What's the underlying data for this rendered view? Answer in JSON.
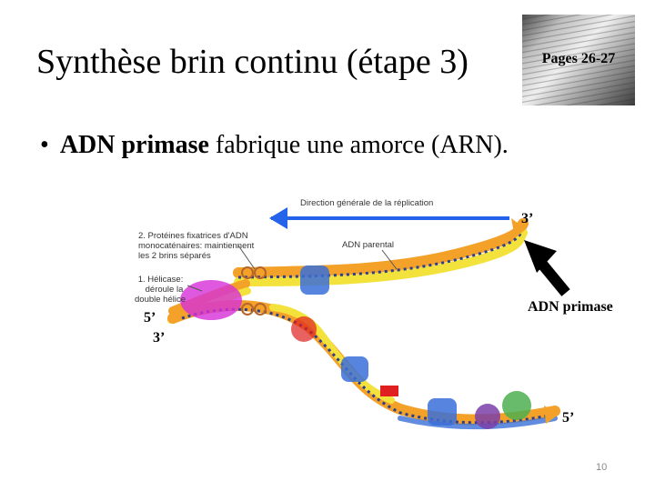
{
  "title": "Synthèse brin continu (étape 3)",
  "book": {
    "icon": "book-page-image",
    "caption": "Pages 26-27"
  },
  "bullet": {
    "symbol": "•",
    "bold_text": "ADN primase",
    "rest_text": " fabrique une amorce (ARN)."
  },
  "diagram": {
    "direction_label": "Direction générale de la réplication",
    "protein_label": [
      "2. Protéines fixatrices d'ADN",
      "monocaténaires: maintiennent",
      "les 2 brins séparés"
    ],
    "parental_label": "ADN parental",
    "helicase_label": [
      "1. Hélicase:",
      "déroule la",
      "double hélice"
    ],
    "end_3_top": "3’",
    "end_5_left": "5’",
    "end_3_left": "3’",
    "end_5_bottom": "5’",
    "primase_label": "ADN primase",
    "colors": {
      "strand_orange": "#f4a12a",
      "strand_yellow": "#f3e23c",
      "ssb_blue": "#3a6fd8",
      "helicase_magenta": "#d62fd8",
      "primer_red": "#e02020",
      "green_protein": "#4caf50",
      "arrow_blue": "#2563eb"
    }
  },
  "slide_number": "10"
}
